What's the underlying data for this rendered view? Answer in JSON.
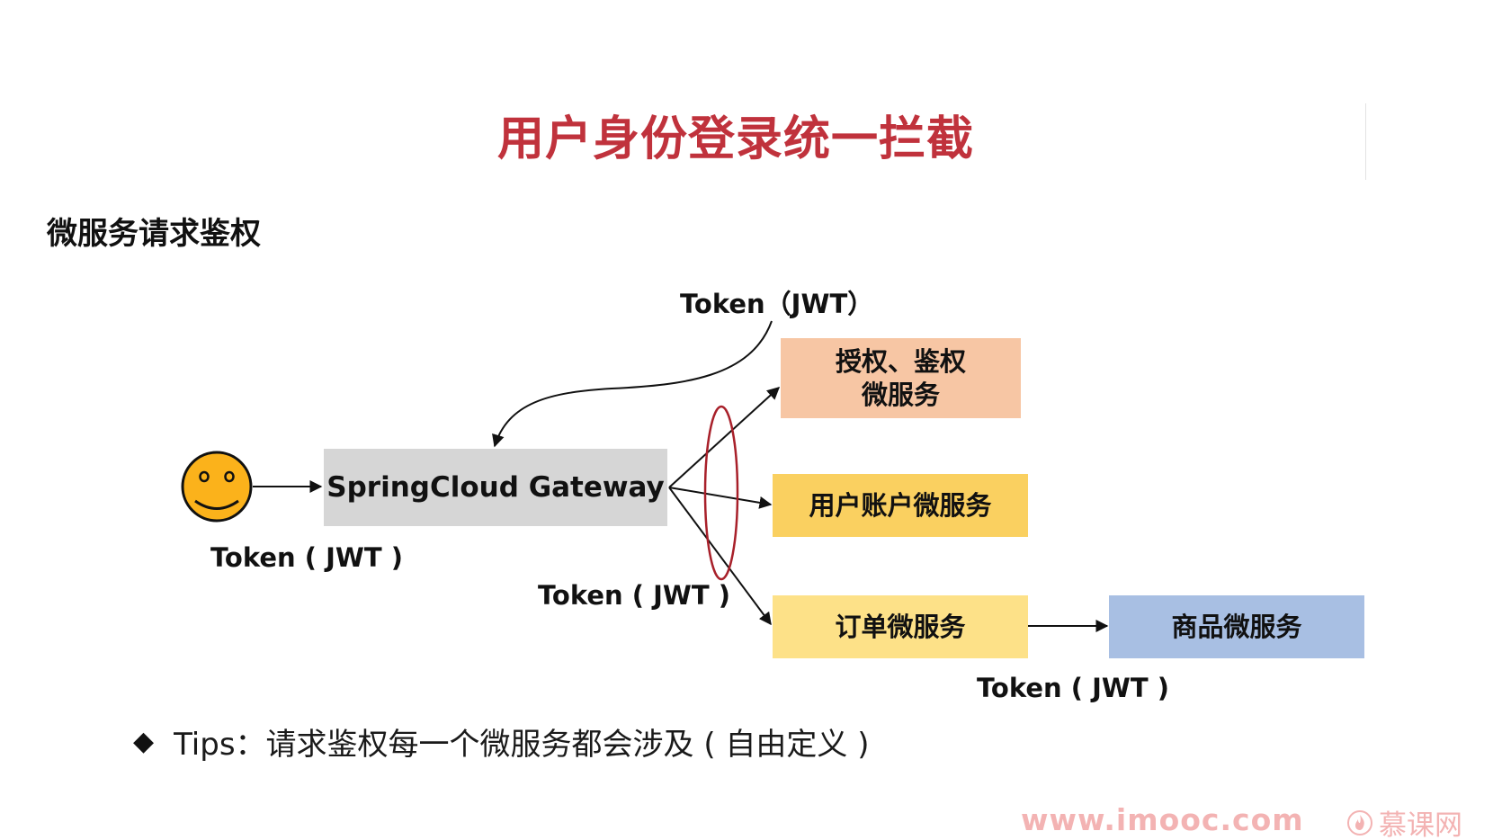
{
  "title": "用户身份登录统一拦截",
  "subtitle": "微服务请求鉴权",
  "diagram": {
    "gateway": "SpringCloud Gateway",
    "services": {
      "auth": [
        "授权、鉴权",
        "微服务"
      ],
      "account": "用户账户微服务",
      "order": "订单微服务",
      "product": "商品微服务"
    },
    "labels": {
      "token_top": "Token（JWT）",
      "token_user": "Token ( JWT )",
      "token_middle": "Token ( JWT )",
      "token_bottom": "Token ( JWT )"
    }
  },
  "tips": {
    "bullet": "◆",
    "text": "Tips：请求鉴权每一个微服务都会涉及 ( 自由定义 )"
  },
  "watermark": {
    "url": "www.imooc.com",
    "brand": "慕课网"
  },
  "colors": {
    "title": "#c0323c",
    "gateway_box": "#d6d6d6",
    "auth_box": "#f7c6a4",
    "account_box": "#fad060",
    "order_box": "#fde188",
    "product_box": "#a8bfe3",
    "smiley_fill": "#fbb21b",
    "ellipse_stroke": "#a8202a",
    "watermark": "#f3b3b3"
  }
}
